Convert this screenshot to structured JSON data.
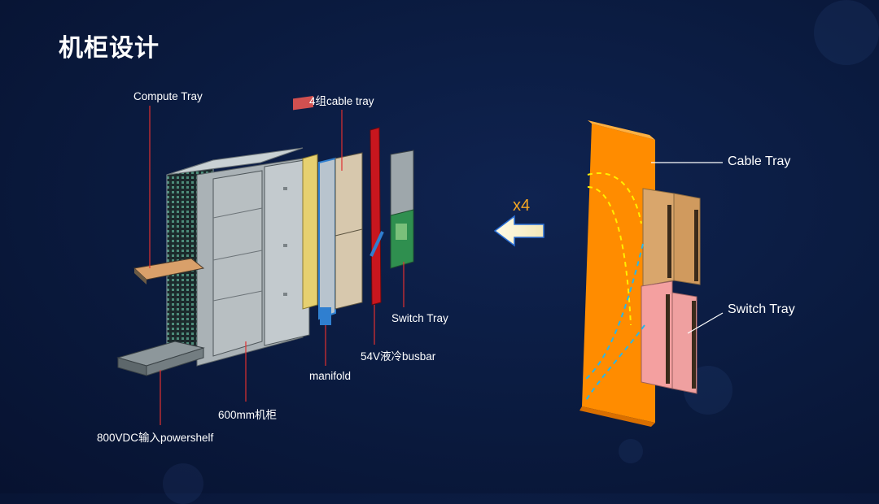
{
  "title": "机柜设计",
  "labels": {
    "compute_tray": "Compute Tray",
    "cable_tray_4": "4组cable tray",
    "switch_tray": "Switch Tray",
    "busbar": "54V液冷busbar",
    "manifold": "manifold",
    "rack_600": "600mm机柜",
    "powershelf": "800VDC输入powershelf"
  },
  "right_diagram": {
    "multiplier": "x4",
    "cable_tray": "Cable Tray",
    "switch_tray": "Switch Tray"
  },
  "colors": {
    "background": "#0a1a3e",
    "cable_tray_orange": "#ff8c00",
    "tan_block": "#d9a66c",
    "pink_block": "#f4a0a0",
    "yellow_dash": "#ffee00",
    "cyan_dash": "#29b6e8",
    "arrow_fill": "#fdf6d8",
    "arrow_edge": "#2a6fd6",
    "busbar_red": "#c8161e",
    "manifold_blue": "#2f7fd0",
    "leader_red": "#e03030"
  }
}
